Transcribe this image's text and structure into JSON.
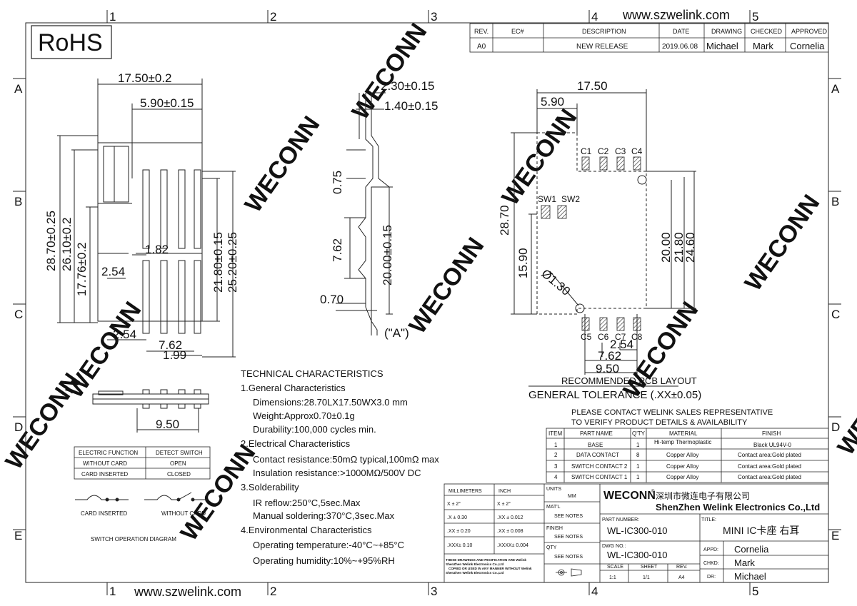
{
  "header": {
    "rohs": "RoHS",
    "website": "www.szwelink.com",
    "zone_cols": [
      "1",
      "2",
      "3",
      "4",
      "5"
    ],
    "zone_rows": [
      "A",
      "B",
      "C",
      "D",
      "E"
    ]
  },
  "revision_table": {
    "headers": [
      "REV.",
      "EC#",
      "DESCRIPTION",
      "DATE",
      "DRAWING",
      "CHECKED",
      "APPROVED"
    ],
    "row": [
      "A0",
      "",
      "NEW RELEASE",
      "2019.06.08",
      "Michael",
      "Mark",
      "Cornelia"
    ]
  },
  "watermark": "WECONN",
  "front_view": {
    "dims": [
      "17.50±0.2",
      "5.90±0.15",
      "28.70±0.25",
      "26.10±0.2",
      "17.76±0.2",
      "2.54",
      "1.82",
      "21.80±0.15",
      "25.20±0.25",
      "2.54",
      "7.62",
      "1.99"
    ]
  },
  "side_view": {
    "dims": [
      "2.30±0.15",
      "1.40±0.15",
      "0.75",
      "7.62",
      "20.00±0.15",
      "0.70"
    ],
    "label": "(\"A\")"
  },
  "pcb_layout": {
    "dims": [
      "17.50",
      "5.90",
      "28.70",
      "15.90",
      "20.00",
      "21.80",
      "24.60",
      "Ø1.30",
      "2.54",
      "7.62",
      "9.50"
    ],
    "pads_top": [
      "C1",
      "C2",
      "C3",
      "C4"
    ],
    "pads_sw": [
      "SW1",
      "SW2"
    ],
    "pads_bottom": [
      "C5",
      "C6",
      "C7",
      "C8"
    ],
    "caption": "RECOMMENDED PCB LAYOUT"
  },
  "general_tolerance": "GENERAL TOLERANCE (.XX±0.05)",
  "bottom_view_dim": "9.50",
  "technical": {
    "title": "TECHNICAL CHARACTERISTICS",
    "sections": [
      {
        "heading": "1.General Characteristics",
        "items": [
          "Dimensions:28.70LX17.50WX3.0 mm",
          "Weight:Approx0.70±0.1g",
          "Durability:100,000 cycles min."
        ]
      },
      {
        "heading": "2.Electrical Characteristics",
        "items": [
          "Contact resistance:50mΩ typical,100mΩ max",
          "Insulation resistance:>1000MΩ/500V DC"
        ]
      },
      {
        "heading": "3.Solderability",
        "items": [
          "IR reflow:250°C,5sec.Max",
          "Manual soldering:370°C,3sec.Max"
        ]
      },
      {
        "heading": "4.Environmental Characteristics",
        "items": [
          "Operating temperature:-40°C~+85°C",
          "Operating humidity:10%~+95%RH"
        ]
      }
    ]
  },
  "switch_table": {
    "headers": [
      "ELECTRIC FUNCTION",
      "DETECT SWITCH"
    ],
    "rows": [
      [
        "WITHOUT CARD",
        "OPEN"
      ],
      [
        "CARD INSERTED",
        "CLOSED"
      ]
    ]
  },
  "switch_diagram": {
    "labels": [
      "CARD INSERTED",
      "WITHOUT CARD"
    ],
    "caption": "SWITCH OPERATION DIAGRAM"
  },
  "contact_note": [
    "PLEASE CONTACT WELINK SALES REPRESENTATIVE",
    "TO VERIFY PRODUCT DETAILS & AVAILABILITY"
  ],
  "bom": {
    "headers": [
      "ITEM",
      "PART NAME",
      "Q'TY",
      "MATERIAL",
      "FINISH"
    ],
    "rows": [
      [
        "1",
        "BASE",
        "1",
        "Hi-temp Thermoplastic",
        "Black UL94V-0"
      ],
      [
        "2",
        "DATA CONTACT",
        "8",
        "Copper Alloy",
        "Contact area:Gold plated"
      ],
      [
        "3",
        "SWITCH CONTACT 2",
        "1",
        "Copper Alloy",
        "Contact area:Gold plated"
      ],
      [
        "4",
        "SWITCH CONTACT 1",
        "1",
        "Copper Alloy",
        "Contact area:Gold plated"
      ]
    ]
  },
  "title_block": {
    "tol_headers": [
      "MILLIMETERS",
      "INCH"
    ],
    "tol_rows": [
      [
        "X ± 2°",
        "X ± 2°"
      ],
      [
        ".X ± 0.30",
        ".XX ± 0.012"
      ],
      [
        ".XX ± 0.20",
        ".XX ± 0.008"
      ],
      [
        ".XXX± 0.10",
        ".XXXX± 0.004"
      ]
    ],
    "notice": [
      "THESE DRAWINGS AND PECIFICATION ARE Welink",
      "ShenZhen Welink Electronics Co.,Ltd",
      "COPIED OR USED IN ANY MANNER WITHOUT Welink",
      "ShenZhen Welink Electronics Co.,Ltd"
    ],
    "units_label": "UNITS",
    "units_value": "MM",
    "matl_label": "MAT'L",
    "matl_value": "SEE NOTES",
    "finish_label": "FINISH",
    "finish_value": "SEE NOTES",
    "qty_label": "QTY",
    "qty_value": "SEE NOTES",
    "logo": "WECONN",
    "company_cn": "深圳市微连电子有限公司",
    "company_en": "ShenZhen Welink Electronics Co.,Ltd",
    "part_number_label": "PART NUMBER:",
    "part_number": "WL-IC300-010",
    "title_label": "TITLE:",
    "title": "MINI IC卡座 右耳",
    "dwg_label": "DWG NO.:",
    "dwg_no": "WL-IC300-010",
    "scale_label": "SCALE",
    "scale": "1:1",
    "sheet_label": "SHEET",
    "sheet": "1/1",
    "rev_label": "REV.",
    "rev": "A4",
    "appd_label": "APPD:",
    "appd": "Cornelia",
    "chkd_label": "CHKD:",
    "chkd": "Mark",
    "dr_label": "DR:",
    "dr": "Michael"
  }
}
